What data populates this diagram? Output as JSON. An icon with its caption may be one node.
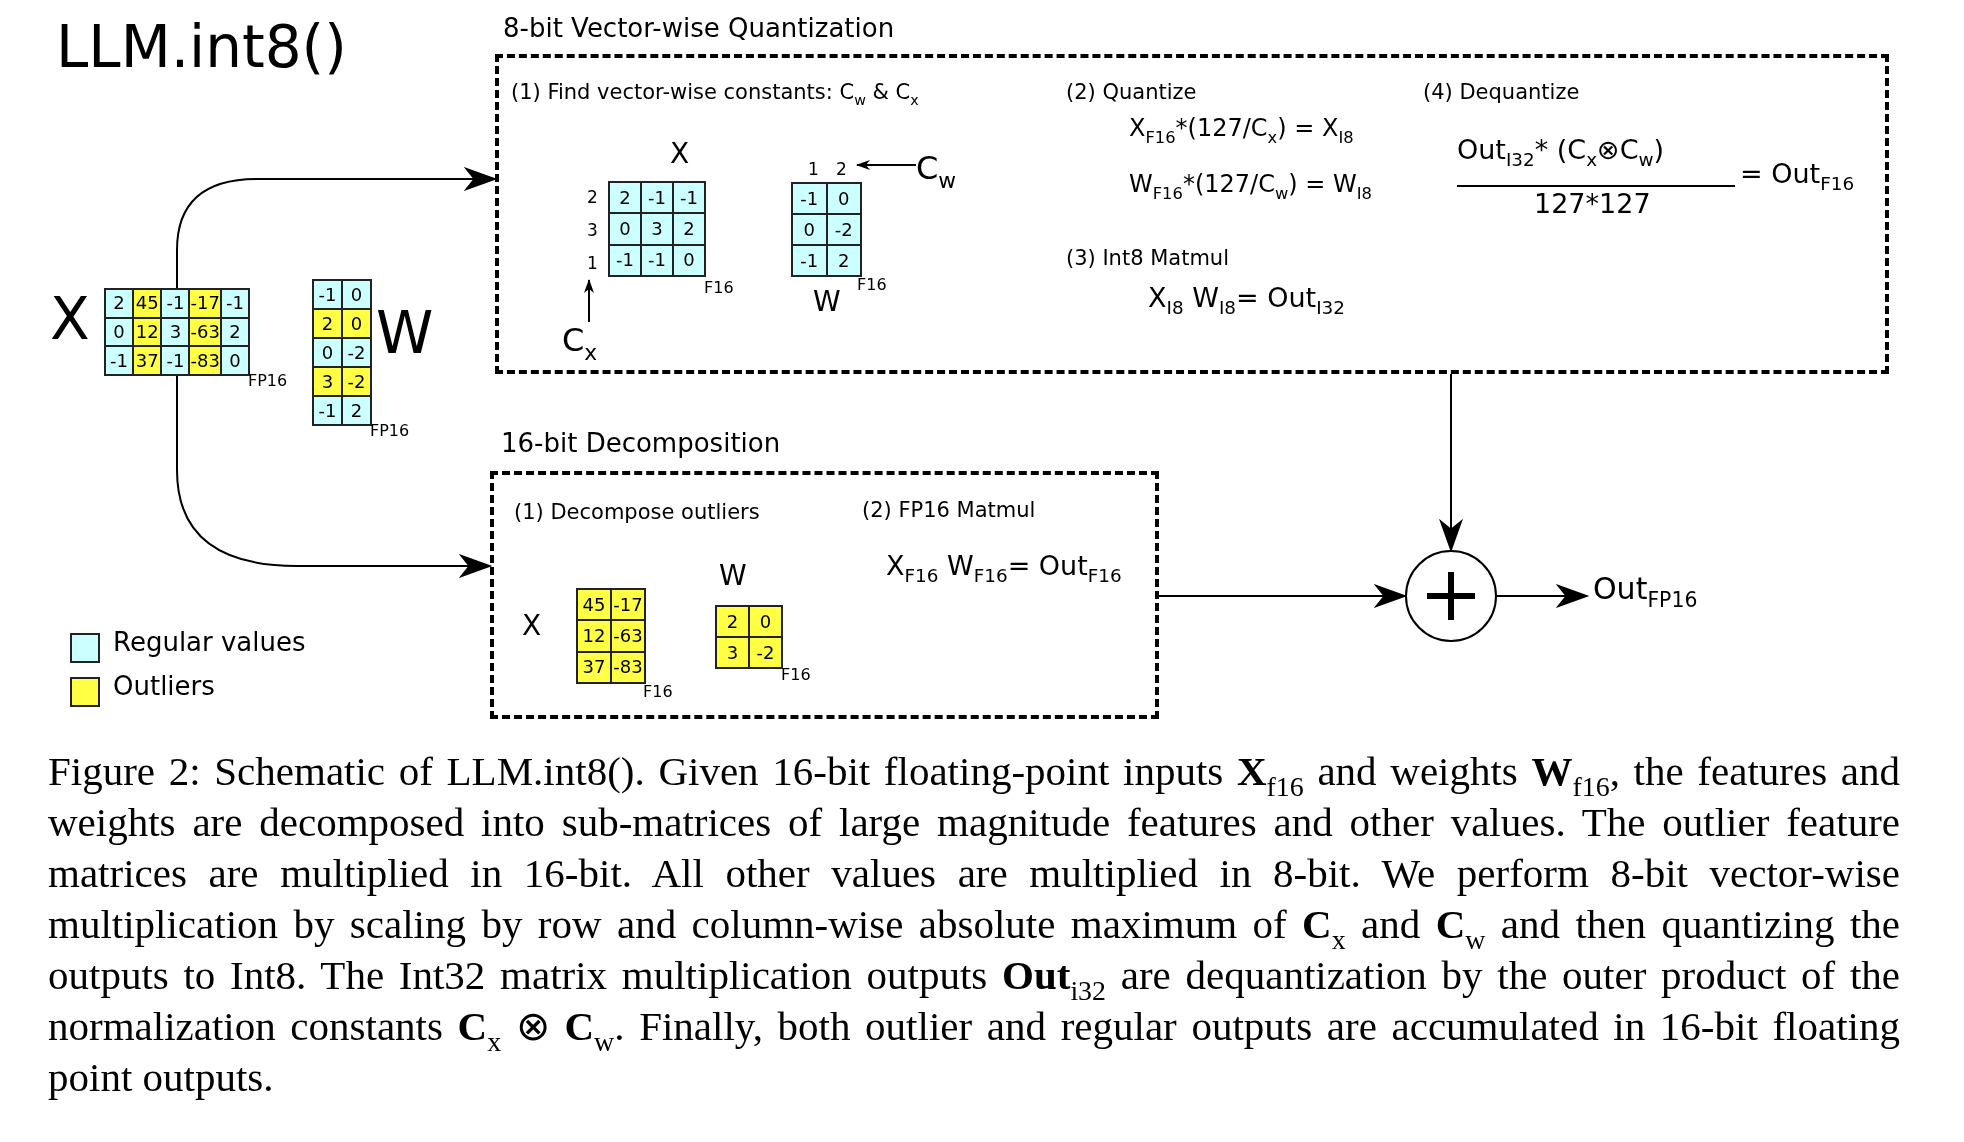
{
  "diagram": {
    "title": "LLM.int8()",
    "caption": "Figure 2: Schematic of LLM.int8(). Given 16-bit floating-point inputs **X**$_{f16}$ and weights **W**$_{f16}$, the features and weights are decomposed into sub-matrices of large magnitude features and other values. The outlier feature matrices are multiplied in 16-bit. All other values are multiplied in 8-bit. We perform 8-bit vector-wise multiplication by scaling by row and column-wise absolute maximum of **C**$_{x}$ and **C**$_{w}$ and then quantizing the outputs to Int8. The Int32 matrix multiplication outputs **Out**$_{i32}$ are dequantization by the outer product of the normalization constants **C**$_{x}$ ⊗ **C**$_{w}$. Finally, both outlier and regular outputs are accumulated in 16-bit floating point outputs.",
    "nodes": [
      {
        "text": [
          "2",
          "45",
          "-1",
          "-17",
          "-1",
          "0",
          "12",
          "3",
          "-63",
          "2",
          "-1",
          "37",
          "-1",
          "-83",
          "0"
        ],
        "beside": [
          "X",
          "FP16"
        ]
      },
      {
        "text": [
          "-1",
          "0",
          "2",
          "0",
          "0",
          "-2",
          "3",
          "-2",
          "-1",
          "2"
        ],
        "beside": [
          "W",
          "FP16"
        ]
      },
      {
        "text": [
          "8-bit Vector-wise Quantization"
        ]
      },
      {
        "text": [
          "2",
          "-1",
          "-1",
          "0",
          "3",
          "2",
          "-1",
          "-1",
          "0"
        ],
        "in": 2,
        "beside": [
          "X",
          "2",
          "3",
          "1",
          "F16"
        ]
      },
      {
        "text": [
          "-1",
          "0",
          "0",
          "-2",
          "-1",
          "2"
        ],
        "in": 2,
        "beside": [
          "1",
          "2",
          "W",
          "F16"
        ]
      },
      {
        "text": [
          "C$_{w}$"
        ],
        "in": 2
      },
      {
        "text": [
          "C$_{x}$"
        ],
        "in": 2
      },
      {
        "text": [
          "16-bit Decomposition"
        ]
      },
      {
        "text": [
          "45",
          "-17",
          "12",
          "-63",
          "37",
          "-83"
        ],
        "in": 7,
        "beside": [
          "X",
          "F16"
        ]
      },
      {
        "text": [
          "2",
          "0",
          "3",
          "-2"
        ],
        "in": 7,
        "beside": [
          "W",
          "F16"
        ]
      },
      {
        "text": [],
        "shape": "circle"
      },
      {
        "text": [
          "Out$_{FP16}$"
        ]
      }
    ],
    "edges": [
      {
        "from": 0,
        "to": 2,
        "arrow": "to"
      },
      {
        "from": 0,
        "to": 7,
        "arrow": "to"
      },
      {
        "from": 2,
        "to": 10,
        "arrow": "to"
      },
      {
        "from": 7,
        "to": 10,
        "arrow": "to"
      },
      {
        "from": 10,
        "to": 11,
        "arrow": "to"
      },
      {
        "from": 6,
        "to": 3,
        "arrow": "to"
      },
      {
        "from": 5,
        "to": 4,
        "arrow": "to"
      }
    ],
    "labels": [
      "(1) Find vector-wise constants: C$_{w}$ & C$_{x}$",
      "(2) Quantize",
      "X$_{F16}$*(127/C$_{x}$) = X$_{I8}$",
      "W$_{F16}$*(127/C$_{w}$) = W$_{I8}$",
      "(3) Int8 Matmul",
      "X$_{I8}$ W$_{I8}$= Out$_{I32}$",
      "(4) Dequantize",
      "Out$_{I32}$* (C$_{x}$⊗C$_{w}$)",
      "127*127",
      "= Out$_{F16}$",
      "(1) Decompose outliers",
      "(2) FP16 Matmul",
      "X$_{F16}$ W$_{F16}$= Out$_{F16}$"
    ],
    "legend": [
      {
        "text": "Regular values",
        "color": "#ccffff"
      },
      {
        "text": "Outliers",
        "color": "#ffff44"
      }
    ]
  }
}
